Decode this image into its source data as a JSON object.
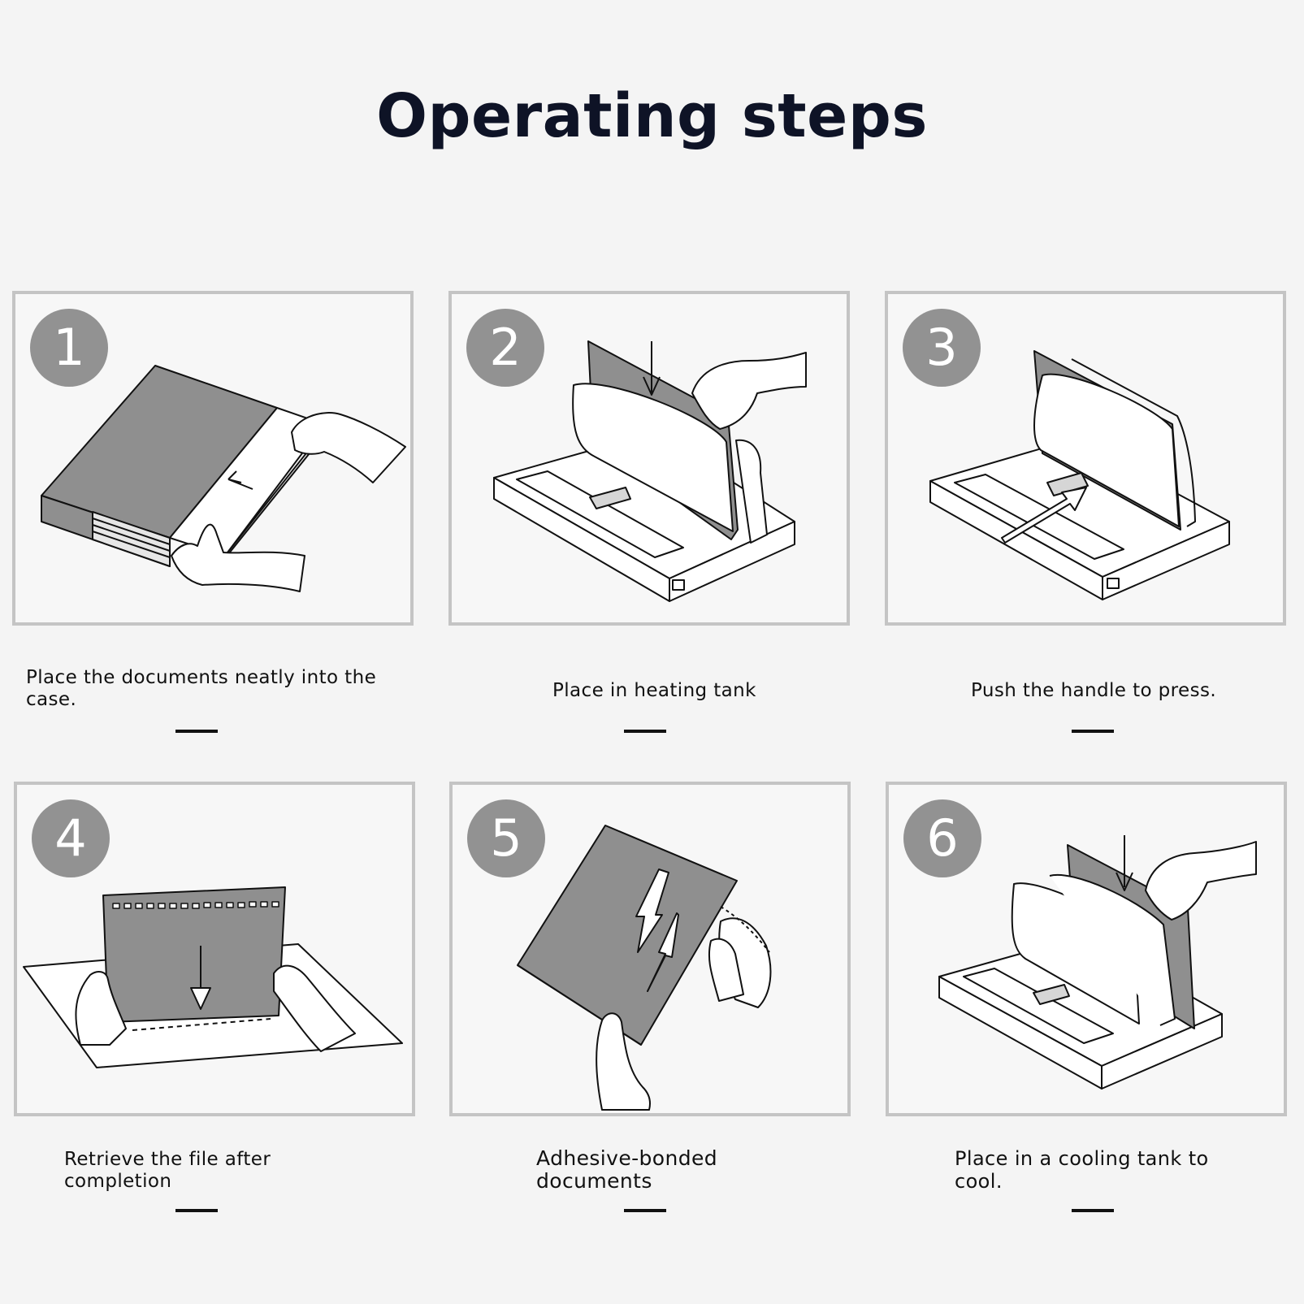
{
  "title": "Operating steps",
  "steps": [
    {
      "number": "1",
      "caption": "Place the documents neatly into the case."
    },
    {
      "number": "2",
      "caption": "Place in heating tank"
    },
    {
      "number": "3",
      "caption": "Push the handle to press."
    },
    {
      "number": "4",
      "caption": "Retrieve the file after completion"
    },
    {
      "number": "5",
      "caption": "Adhesive-bonded documents"
    },
    {
      "number": "6",
      "caption": "Place in a cooling tank to cool."
    }
  ],
  "colors": {
    "badge": "#929292",
    "panel_border": "#c4c4c4",
    "cover": "#8f8f8f",
    "title": "#0e1326"
  }
}
